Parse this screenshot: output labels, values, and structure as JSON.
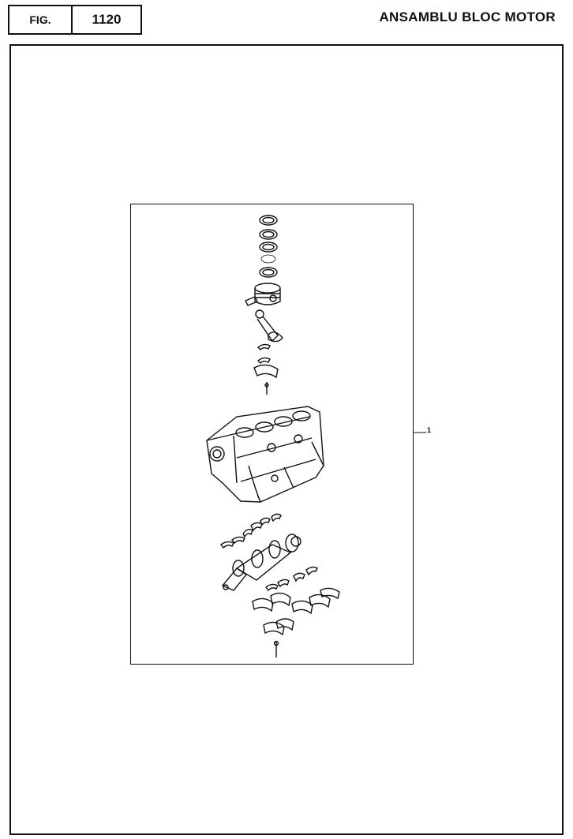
{
  "header": {
    "fig_label": "FIG.",
    "fig_number": "1120",
    "title": "ANSAMBLU BLOC MOTOR"
  },
  "diagram": {
    "callout": "1"
  }
}
